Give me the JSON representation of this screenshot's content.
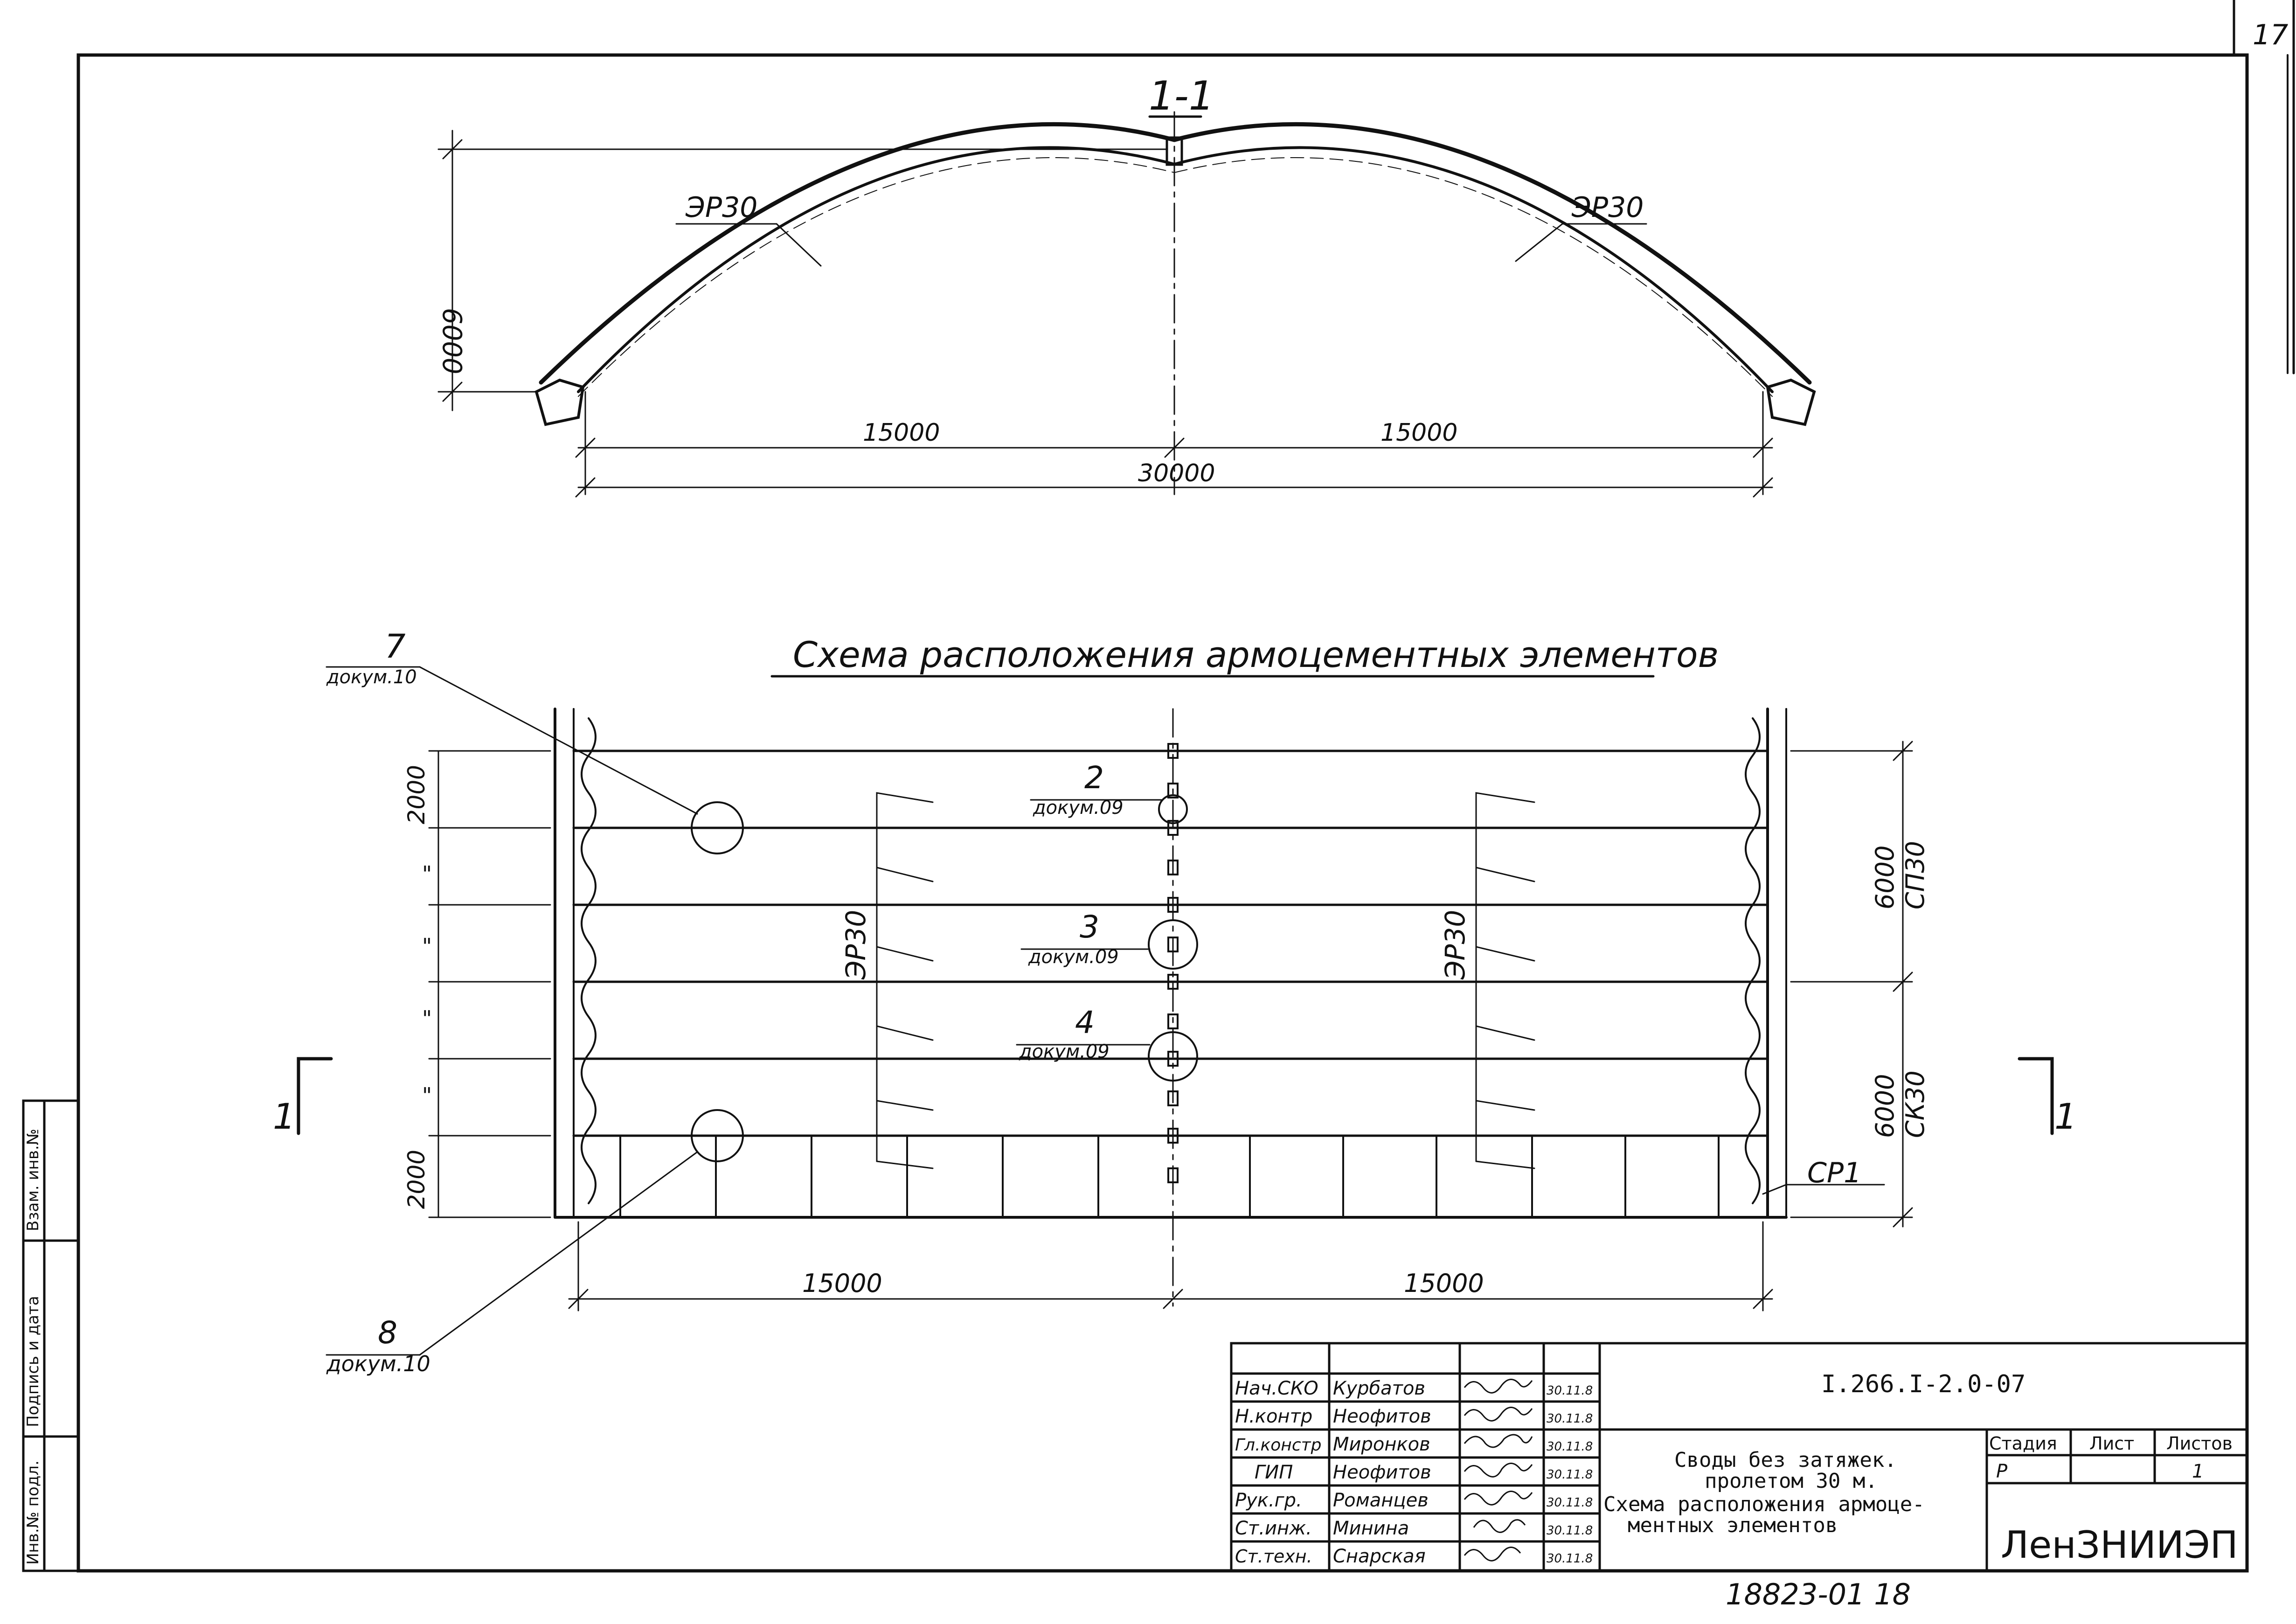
{
  "sheet_number": "17",
  "section": {
    "title": "1-1",
    "rib_left": "ЭР30",
    "rib_right": "ЭР30",
    "height_dim": "6000",
    "half_left": "15000",
    "half_right": "15000",
    "span": "30000"
  },
  "plan": {
    "title": "Схема расположения армоцементных элементов",
    "callouts": [
      {
        "num": "7",
        "doc": "докум.10"
      },
      {
        "num": "2",
        "doc": "докум.09"
      },
      {
        "num": "3",
        "doc": "докум.09"
      },
      {
        "num": "4",
        "doc": "докум.09"
      },
      {
        "num": "8",
        "doc": "докум.10"
      }
    ],
    "rows_left": [
      "2000",
      "\"",
      "\"",
      "\"",
      "\"",
      "2000"
    ],
    "rib_label_left": "ЭР30",
    "rib_label_right": "ЭР30",
    "right_dims": [
      {
        "value": "6000",
        "code": "СП30"
      },
      {
        "value": "6000",
        "code": "СК30"
      }
    ],
    "edge_label": "СР1",
    "bottom_left": "15000",
    "bottom_right": "15000",
    "cut_marker": "1"
  },
  "side_stamp": [
    "Инв.№ подл.",
    "Подпись и дата",
    "Взам. инв.№"
  ],
  "title_block": {
    "code": "I.266.I-2.0-07",
    "rows": [
      {
        "role": "Нач.СКО",
        "name": "Курбатов",
        "date": "30.11.8"
      },
      {
        "role": "Н.контр",
        "name": "Неофитов",
        "date": "30.11.8"
      },
      {
        "role": "Гл.констр",
        "name": "Миронков",
        "date": "30.11.8"
      },
      {
        "role": "ГИП",
        "name": "Неофитов",
        "date": "30.11.8"
      },
      {
        "role": "Рук.гр.",
        "name": "Романцев",
        "date": "30.11.8"
      },
      {
        "role": "Ст.инж.",
        "name": "Минина",
        "date": "30.11.8"
      },
      {
        "role": "Ст.техн.",
        "name": "Снарская",
        "date": "30.11.8"
      }
    ],
    "description": [
      "Своды без затяжек.",
      "пролетом 30 м.",
      "Схема расположения армоце-",
      "ментных элементов"
    ],
    "stage_header": "Стадия",
    "sheet_header": "Лист",
    "sheets_header": "Листов",
    "stage": "Р",
    "sheets": "1",
    "org": "ЛенЗНИИЭП"
  },
  "archive_number": "18823-01 18"
}
